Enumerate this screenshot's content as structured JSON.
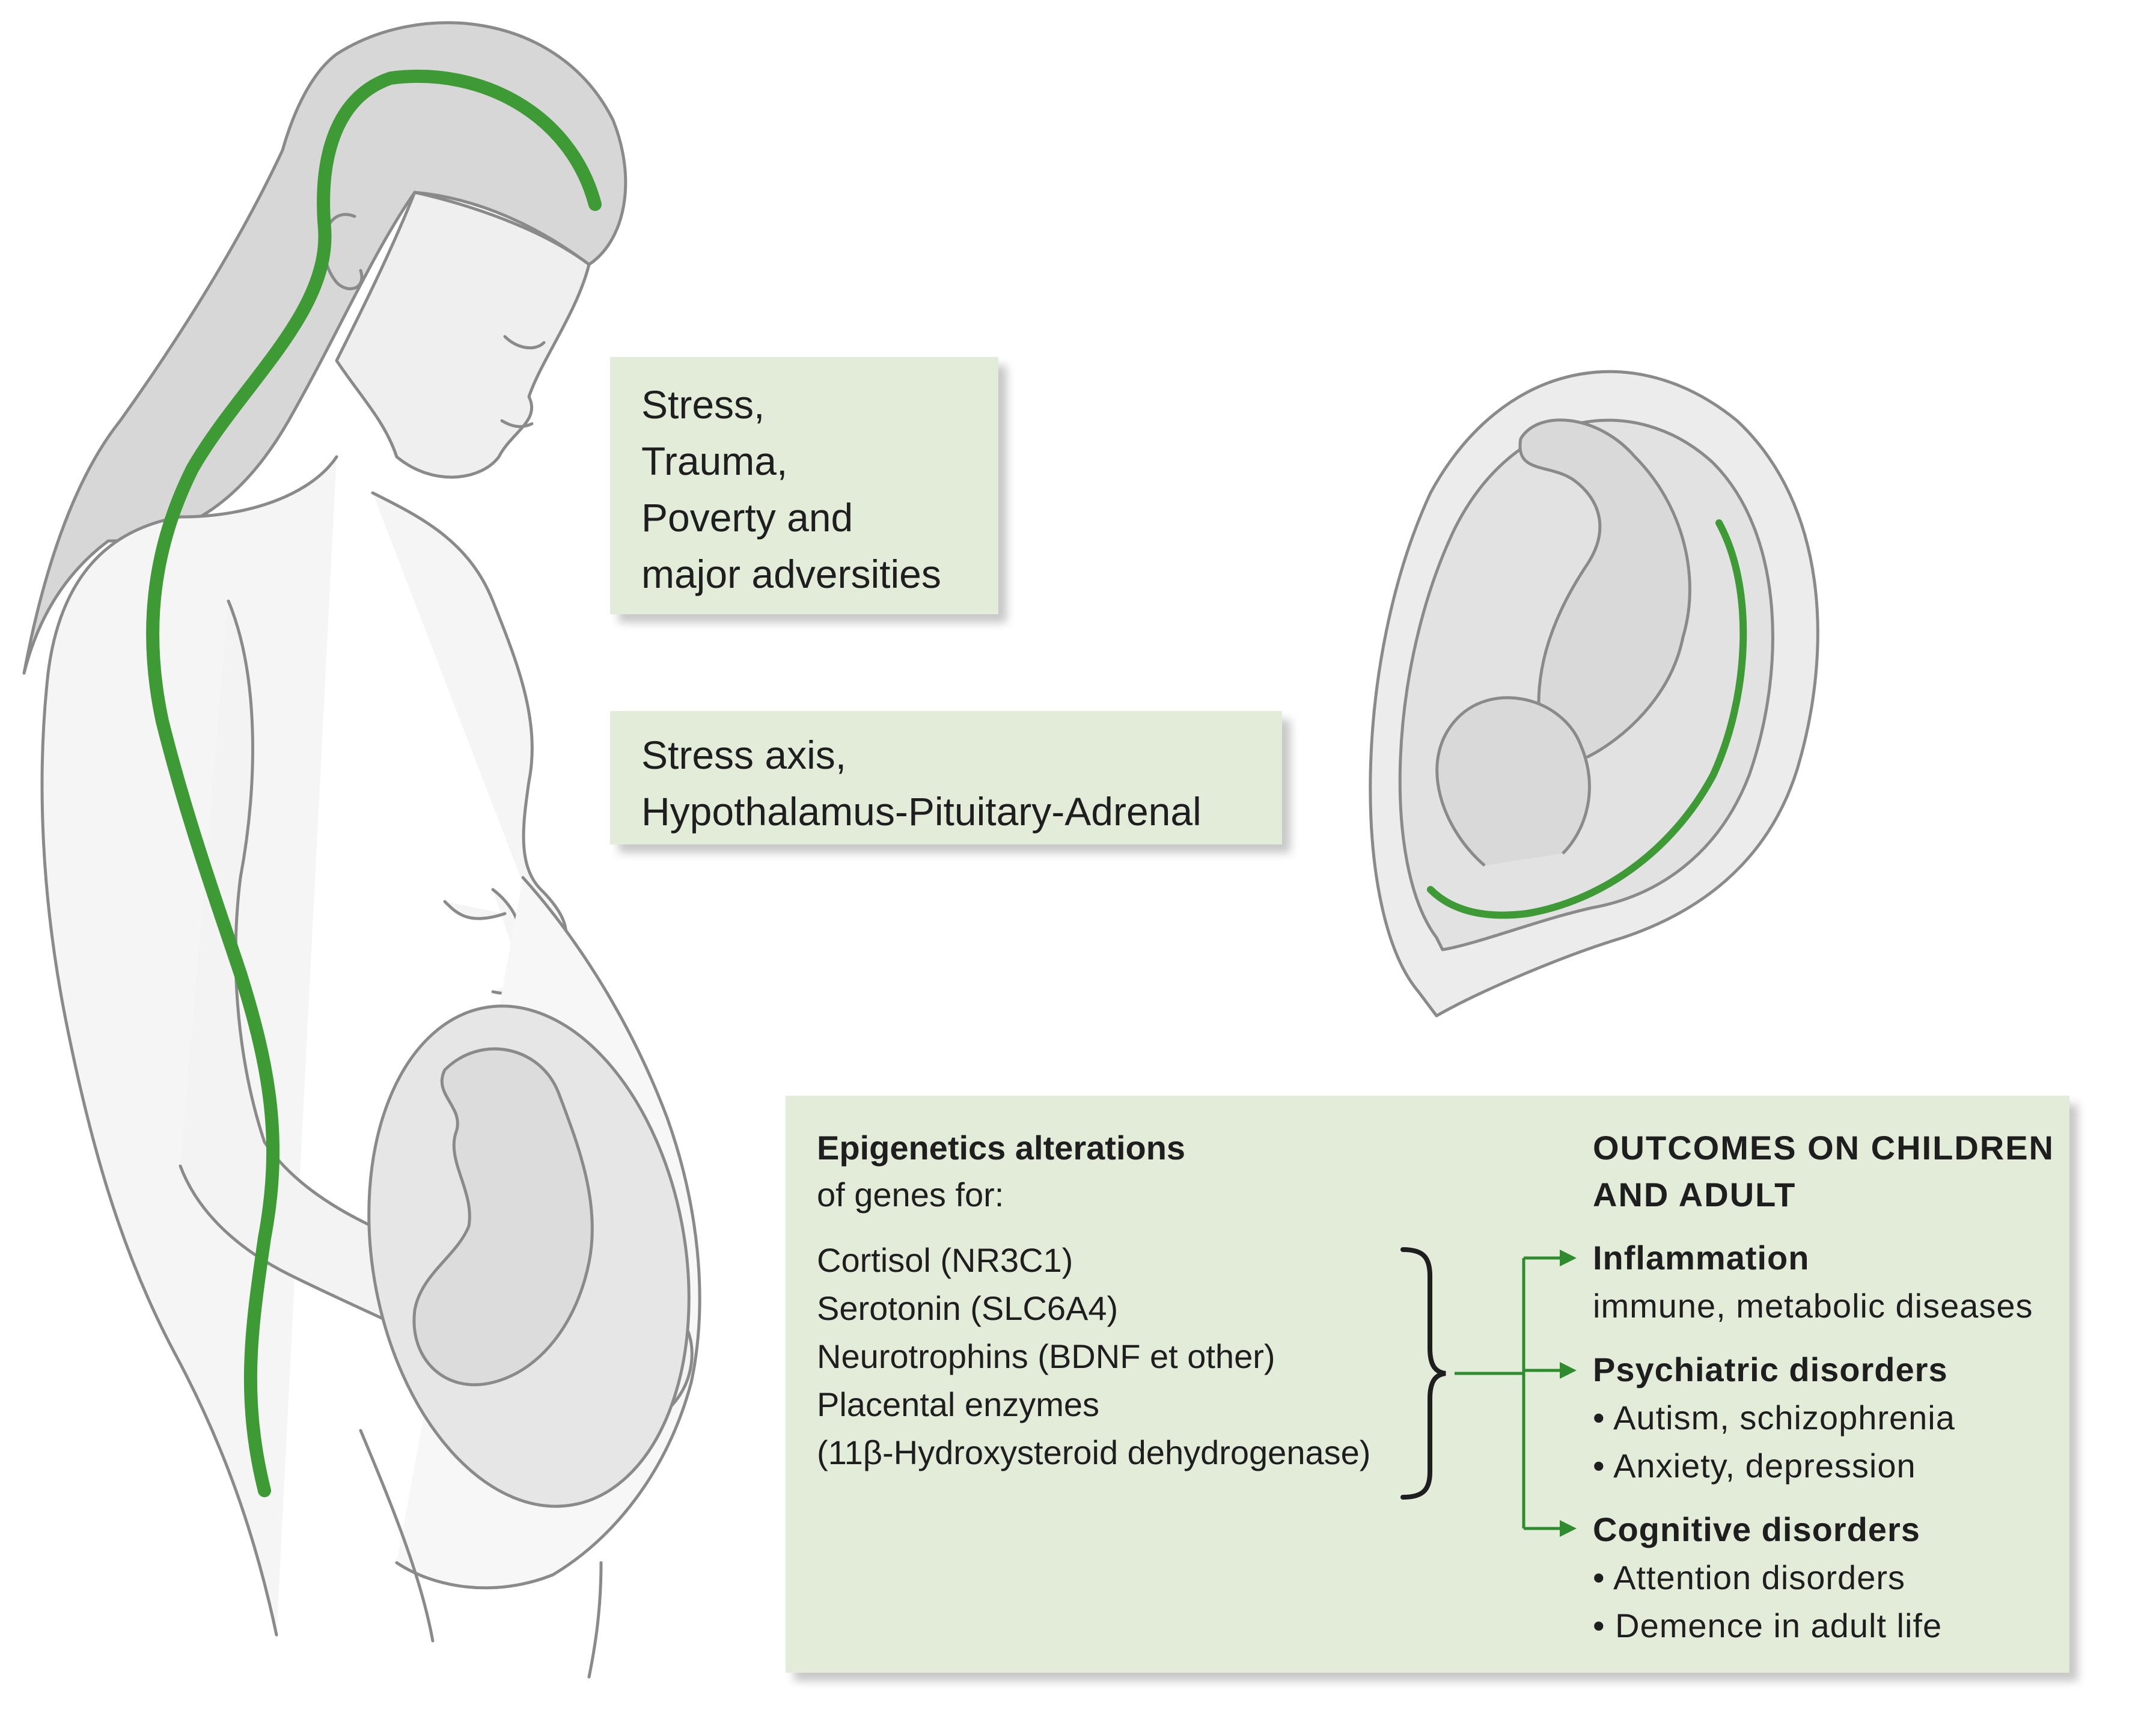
{
  "colors": {
    "accent_green": "#2e8b2e",
    "box_fill": "#e2ecd8",
    "text": "#1e1e1e"
  },
  "stress_box": {
    "lines": [
      "Stress,",
      "Trauma,",
      "Poverty and",
      "major adversities"
    ]
  },
  "axis_box": {
    "lines": [
      "Stress axis,",
      "Hypothalamus-Pituitary-Adrenal"
    ]
  },
  "epigenetics": {
    "title_bold": "Epigenetics alterations",
    "title_rest": "of genes for:",
    "genes": [
      "Cortisol (NR3C1)",
      "Serotonin (SLC6A4)",
      "Neurotrophins (BDNF et other)",
      "Placental enzymes",
      "(11β-Hydroxysteroid dehydrogenase)"
    ]
  },
  "outcomes": {
    "title_lines": [
      "OUTCOMES ON CHILDREN",
      "AND ADULT"
    ],
    "groups": [
      {
        "heading": "Inflammation",
        "items": [
          "immune, metabolic diseases"
        ]
      },
      {
        "heading": "Psychiatric disorders",
        "items": [
          "• Autism, schizophrenia",
          "• Anxiety, depression"
        ]
      },
      {
        "heading": "Cognitive disorders",
        "items": [
          "• Attention disorders",
          "• Demence in adult life"
        ]
      }
    ]
  }
}
